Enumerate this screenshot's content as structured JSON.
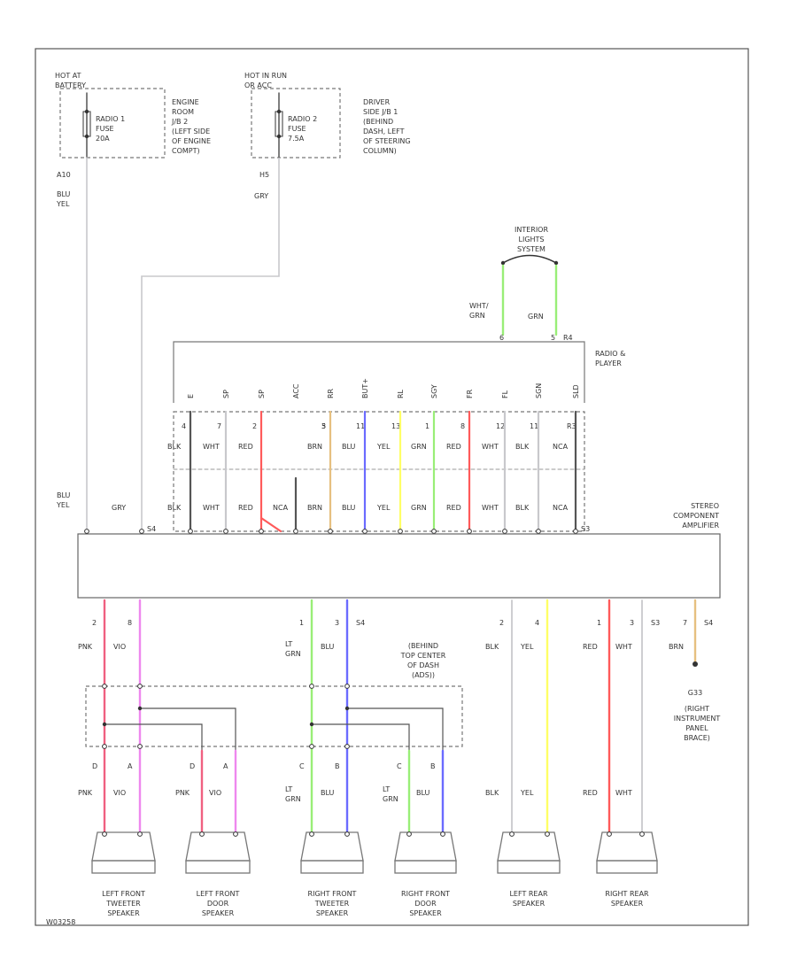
{
  "colors": {
    "wire_gray": "#c8c8cc",
    "pnk": "#f06080",
    "vio": "#ee88ee",
    "blu": "#6b6bff",
    "grn": "#99ee77",
    "yel": "#ffff66",
    "brn": "#e6c080",
    "red": "#ff5a5a",
    "dark": "#555555",
    "frame": "#555555"
  },
  "power": {
    "hot_at_battery": [
      "HOT AT",
      "BATTERY"
    ],
    "hot_in_run": [
      "HOT IN RUN",
      "OR ACC"
    ],
    "fuse1": [
      "RADIO 1",
      "FUSE",
      "20A"
    ],
    "fuse2": [
      "RADIO 2",
      "FUSE",
      "7.5A"
    ],
    "loc1": [
      "ENGINE",
      "ROOM",
      "J/B 2",
      "(LEFT SIDE",
      "OF ENGINE",
      "COMPT)"
    ],
    "loc2": [
      "DRIVER",
      "SIDE J/B 1",
      "(BEHIND",
      "DASH, LEFT",
      "OF STEERING",
      "COLUMN)"
    ],
    "wire1_conn": "A10",
    "wire1_color": [
      "BLU",
      "YEL"
    ],
    "wire2_conn": "H5",
    "wire2_color": "GRY"
  },
  "interior_lights": {
    "label": [
      "INTERIOR",
      "LIGHTS",
      "SYSTEM"
    ],
    "left_color": [
      "WHT/",
      "GRN"
    ],
    "right_color": "GRN",
    "pins": [
      "6",
      "5",
      "R4"
    ]
  },
  "radio": {
    "label": [
      "RADIO &",
      "PLAYER"
    ],
    "pin_labels": [
      "E",
      "SP",
      "SP",
      "ACC",
      "RR",
      "BUT+",
      "RL",
      "SGY",
      "FR",
      "FL",
      "SGN",
      "SLD"
    ],
    "pins": [
      "4",
      "7",
      "2",
      "5",
      "3",
      "11",
      "13",
      "1",
      "8",
      "12",
      "11",
      "R3"
    ],
    "colors_top": [
      "BLK",
      "WHT",
      "RED",
      "BRN",
      "BLU",
      "YEL",
      "GRN",
      "RED",
      "WHT",
      "BLK",
      "NCA"
    ],
    "colors_bot": [
      "BLK",
      "WHT",
      "RED",
      "NCA",
      "BRN",
      "BLU",
      "YEL",
      "GRN",
      "RED",
      "WHT",
      "BLK",
      "NCA"
    ]
  },
  "amplifier": {
    "label": [
      "STEREO",
      "COMPONENT",
      "AMPLIFIER"
    ],
    "left_colors": [
      "BLU",
      "YEL"
    ],
    "gry": "GRY",
    "conn_top": [
      "S4",
      "S3"
    ]
  },
  "outputs": {
    "pins_top": [
      "2",
      "8",
      "1",
      "3",
      "S4",
      "2",
      "4",
      "1",
      "3",
      "S3",
      "7",
      "S4"
    ],
    "colors_top": [
      "PNK",
      "VIO",
      "LT",
      "GRN",
      "BLU",
      "BLK",
      "YEL",
      "RED",
      "WHT",
      "BRN"
    ],
    "junction_label": [
      "(BEHIND",
      "TOP CENTER",
      "OF DASH",
      "(ADS))"
    ],
    "ground_id": "G33",
    "ground_label": [
      "(RIGHT",
      "INSTRUMENT",
      "PANEL",
      "BRACE)"
    ],
    "spk_pins": [
      "D",
      "A",
      "D",
      "A",
      "C",
      "B",
      "C",
      "B"
    ],
    "spk_colors": [
      "PNK",
      "VIO",
      "PNK",
      "VIO",
      "LT",
      "GRN",
      "BLU",
      "LT",
      "GRN",
      "BLU",
      "BLK",
      "YEL",
      "RED",
      "WHT"
    ]
  },
  "speakers": [
    [
      "LEFT FRONT",
      "TWEETER",
      "SPEAKER"
    ],
    [
      "LEFT FRONT",
      "DOOR",
      "SPEAKER"
    ],
    [
      "RIGHT FRONT",
      "TWEETER",
      "SPEAKER"
    ],
    [
      "RIGHT FRONT",
      "DOOR",
      "SPEAKER"
    ],
    [
      "LEFT REAR",
      "SPEAKER"
    ],
    [
      "RIGHT REAR",
      "SPEAKER"
    ]
  ],
  "footer_code": "W03258"
}
